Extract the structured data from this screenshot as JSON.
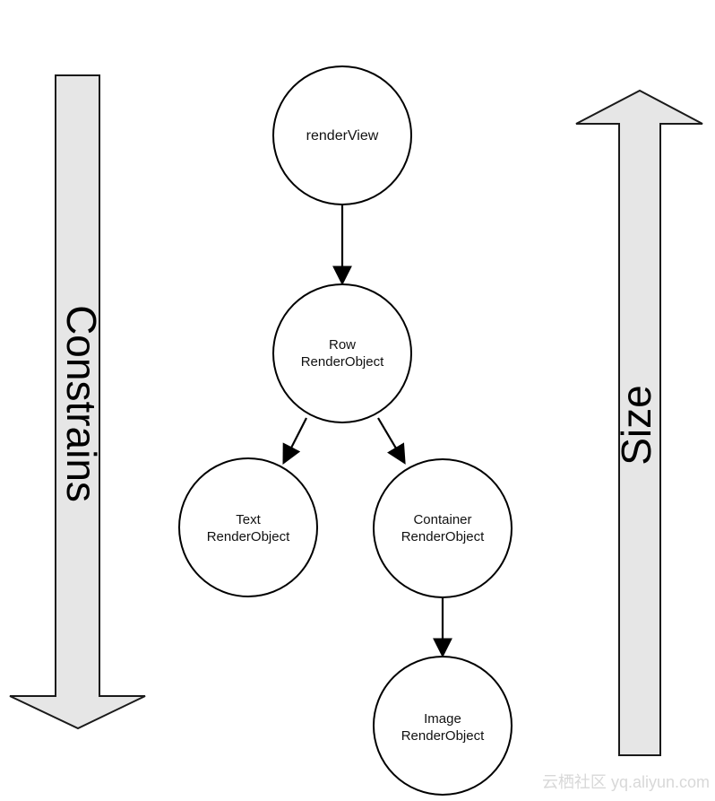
{
  "diagram": {
    "left_arrow": {
      "label": "Constrains",
      "direction": "down",
      "fill_color": "#e6e6e6",
      "stroke_color": "#1a1a1a"
    },
    "right_arrow": {
      "label": "Size",
      "direction": "up",
      "fill_color": "#e6e6e6",
      "stroke_color": "#1a1a1a"
    },
    "nodes": {
      "render_view": {
        "line1": "renderView"
      },
      "row": {
        "line1": "Row",
        "line2": "RenderObject"
      },
      "text": {
        "line1": "Text",
        "line2": "RenderObject"
      },
      "container": {
        "line1": "Container",
        "line2": "RenderObject"
      },
      "image": {
        "line1": "Image",
        "line2": "RenderObject"
      }
    },
    "edges": [
      {
        "from": "renderView",
        "to": "Row RenderObject"
      },
      {
        "from": "Row RenderObject",
        "to": "Text RenderObject"
      },
      {
        "from": "Row RenderObject",
        "to": "Container RenderObject"
      },
      {
        "from": "Container RenderObject",
        "to": "Image RenderObject"
      }
    ],
    "watermark": "云栖社区 yq.aliyun.com"
  }
}
